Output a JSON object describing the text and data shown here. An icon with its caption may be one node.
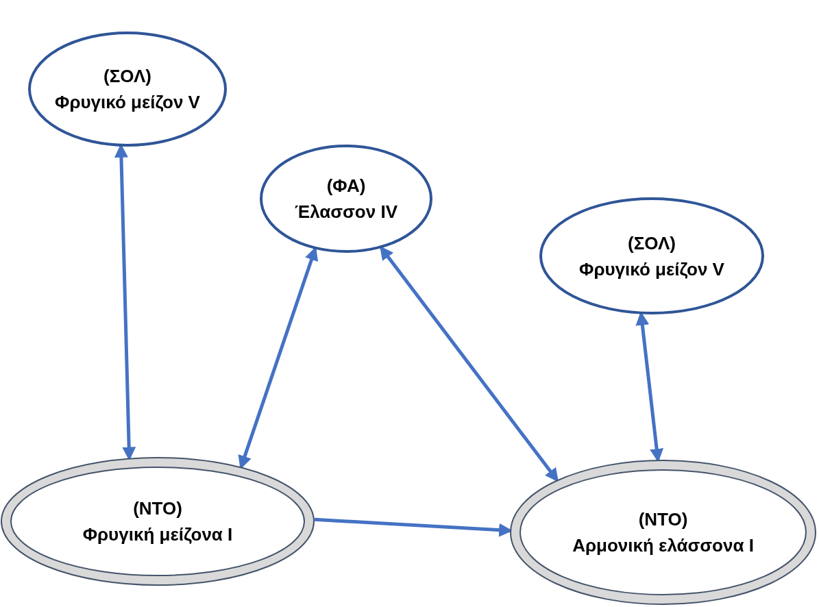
{
  "diagram": {
    "nodes": [
      {
        "text": [
          "(ΣΟΛ)",
          "Φρυγικό μείζον V"
        ]
      },
      {
        "text": [
          "(ΦΑ)",
          "Έλασσον IV"
        ]
      },
      {
        "text": [
          "(ΣΟΛ)",
          "Φρυγικό μείζον V"
        ]
      },
      {
        "text": [
          "(ΝΤΟ)",
          "Φρυγική μείζονα I"
        ]
      },
      {
        "text": [
          "(ΝΤΟ)",
          "Αρμονική ελάσσονα I"
        ]
      }
    ],
    "edges": [
      {
        "from": 0,
        "to": 3,
        "arrow": "both"
      },
      {
        "from": 3,
        "to": 1,
        "arrow": "both"
      },
      {
        "from": 1,
        "to": 4,
        "arrow": "both"
      },
      {
        "from": 2,
        "to": 4,
        "arrow": "both"
      },
      {
        "from": 3,
        "to": 4,
        "arrow": "to"
      }
    ]
  }
}
